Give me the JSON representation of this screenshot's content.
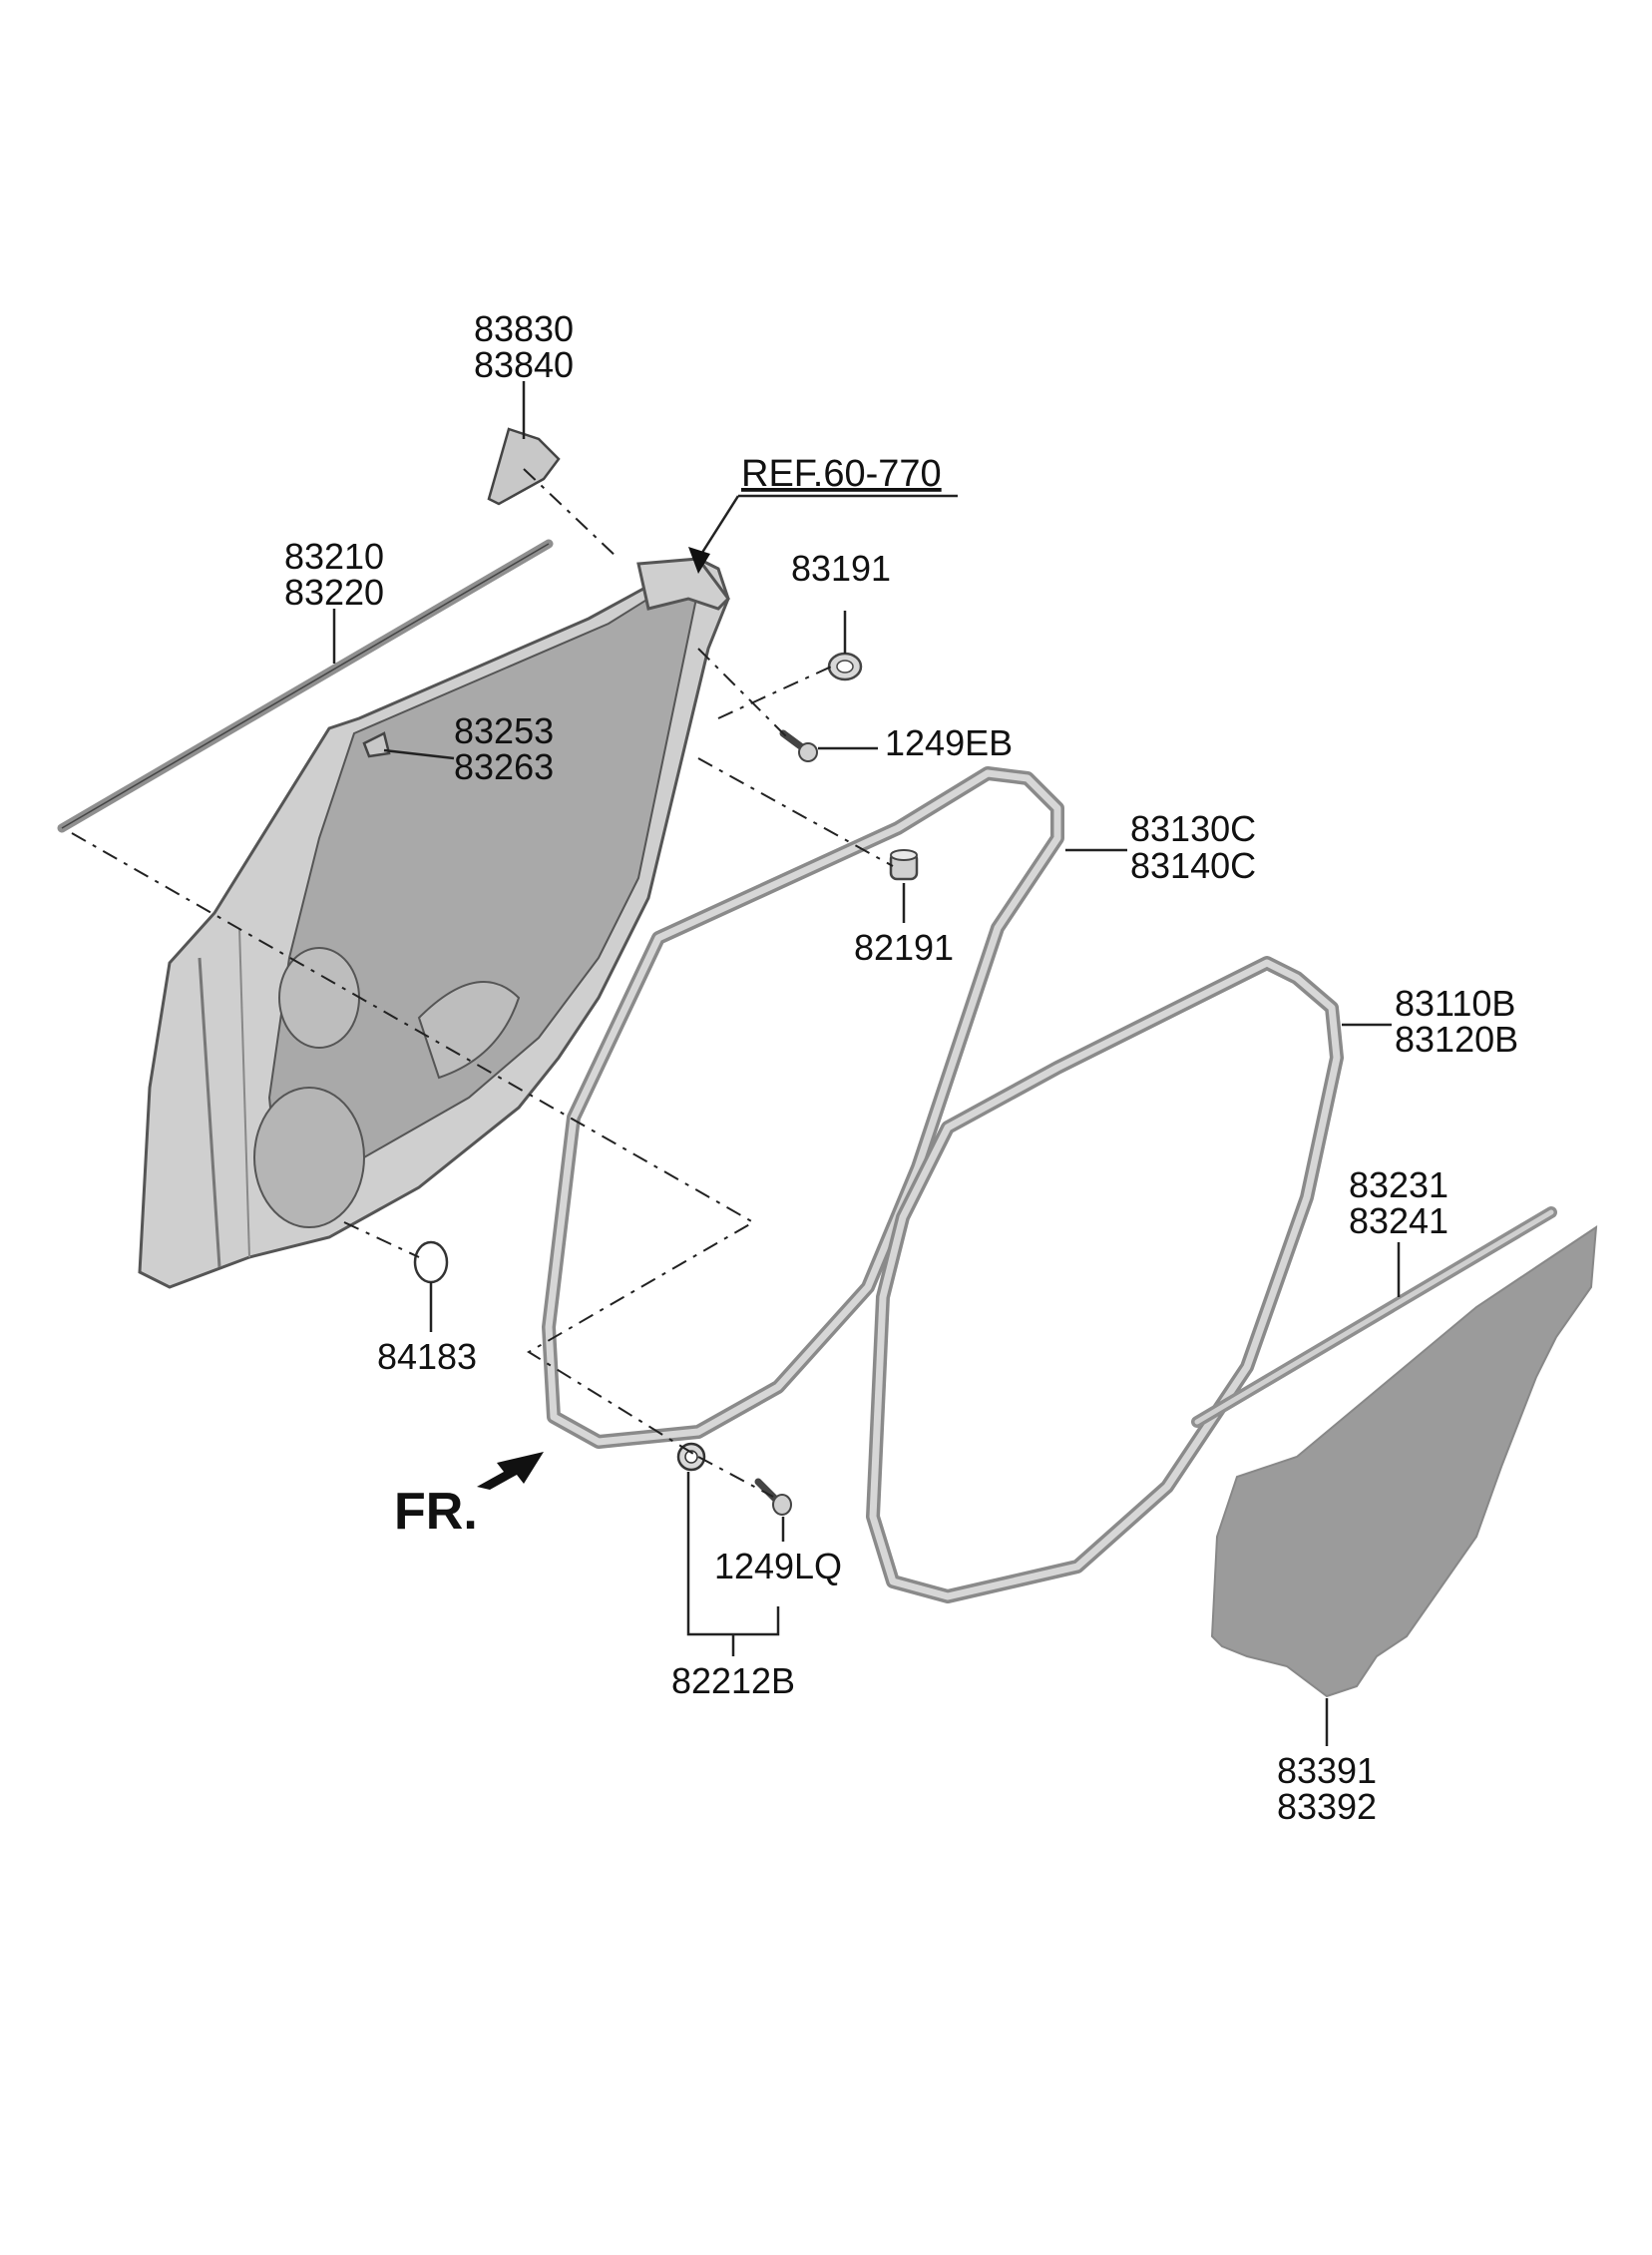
{
  "labels": {
    "p83830": "83830",
    "p83840": "83840",
    "ref": "REF.60-770",
    "p83210": "83210",
    "p83220": "83220",
    "p83191": "83191",
    "p1249eb": "1249EB",
    "p83253": "83253",
    "p83263": "83263",
    "p83130c": "83130C",
    "p83140c": "83140C",
    "p82191": "82191",
    "p83110b": "83110B",
    "p83120b": "83120B",
    "p83231": "83231",
    "p83241": "83241",
    "p84183": "84183",
    "fr": "FR.",
    "p1249lq": "1249LQ",
    "p82212b": "82212B",
    "p83391": "83391",
    "p83392": "83392"
  },
  "colors": {
    "door_panel": "#cfcfcf",
    "weatherstrip": "#8a8a8a",
    "waterproof_film": "#9b9b9b",
    "line": "#222222"
  }
}
